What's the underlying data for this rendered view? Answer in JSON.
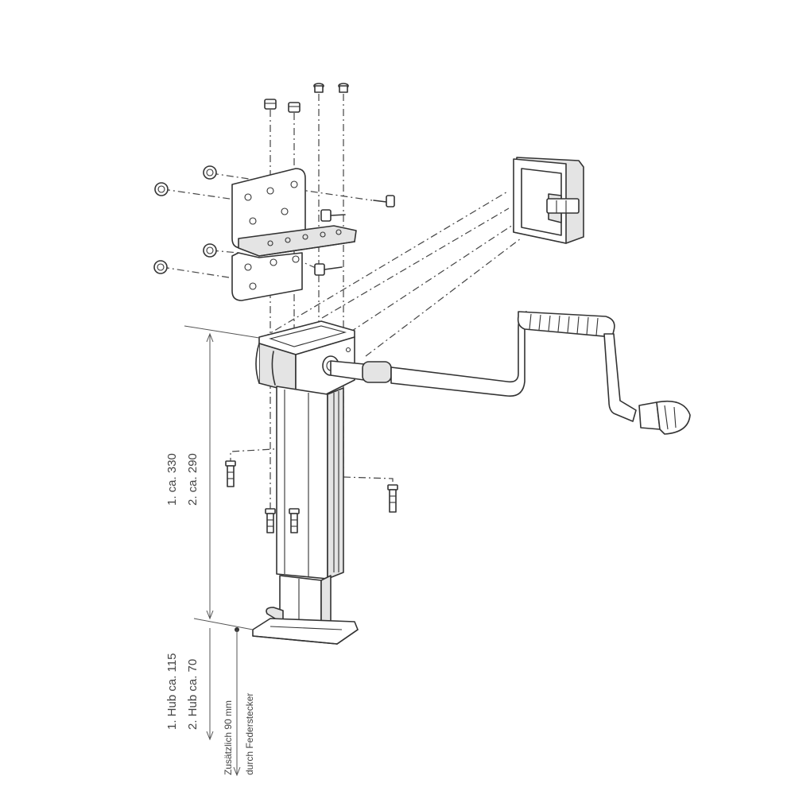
{
  "figure": {
    "labels": {
      "height_1": "1. ca. 330",
      "height_2": "2. ca. 290",
      "stroke_1": "1. Hub ca. 115",
      "stroke_2": "2. Hub ca. 70",
      "extra_1": "Zusätzlich 90 mm",
      "extra_2": "durch Federstecker"
    }
  }
}
